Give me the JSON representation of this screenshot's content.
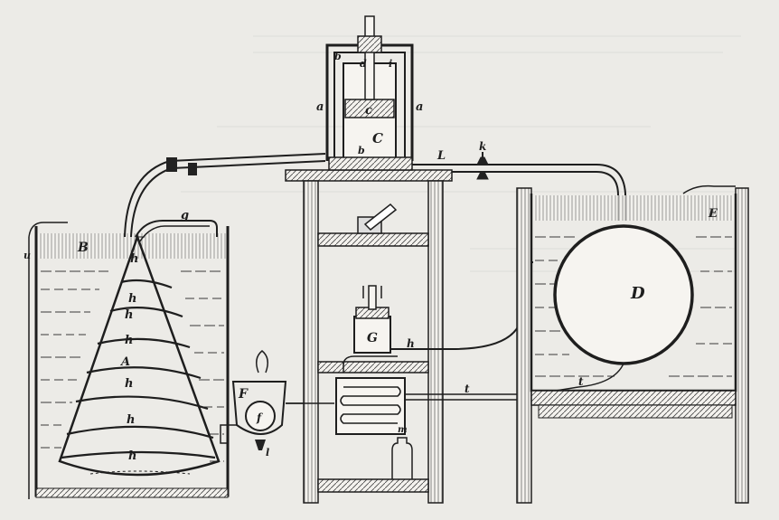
{
  "labels": {
    "a_left": "a",
    "a_right": "a",
    "b_top": "b",
    "d_top": "d",
    "i_top": "i",
    "c_piston": "c",
    "C_cyl": "C",
    "b_base": "b",
    "L": "L",
    "k": "k",
    "B": "B",
    "u": "u",
    "g": "g",
    "h1": "h",
    "h2": "h",
    "h3": "h",
    "h4": "h",
    "A": "A",
    "h5": "h",
    "h6": "h",
    "h7": "h",
    "G": "G",
    "h_valve": "h",
    "F": "F",
    "f": "f",
    "l": "l",
    "t_mid": "t",
    "m": "m",
    "D": "D",
    "E": "E",
    "t_right": "t"
  }
}
